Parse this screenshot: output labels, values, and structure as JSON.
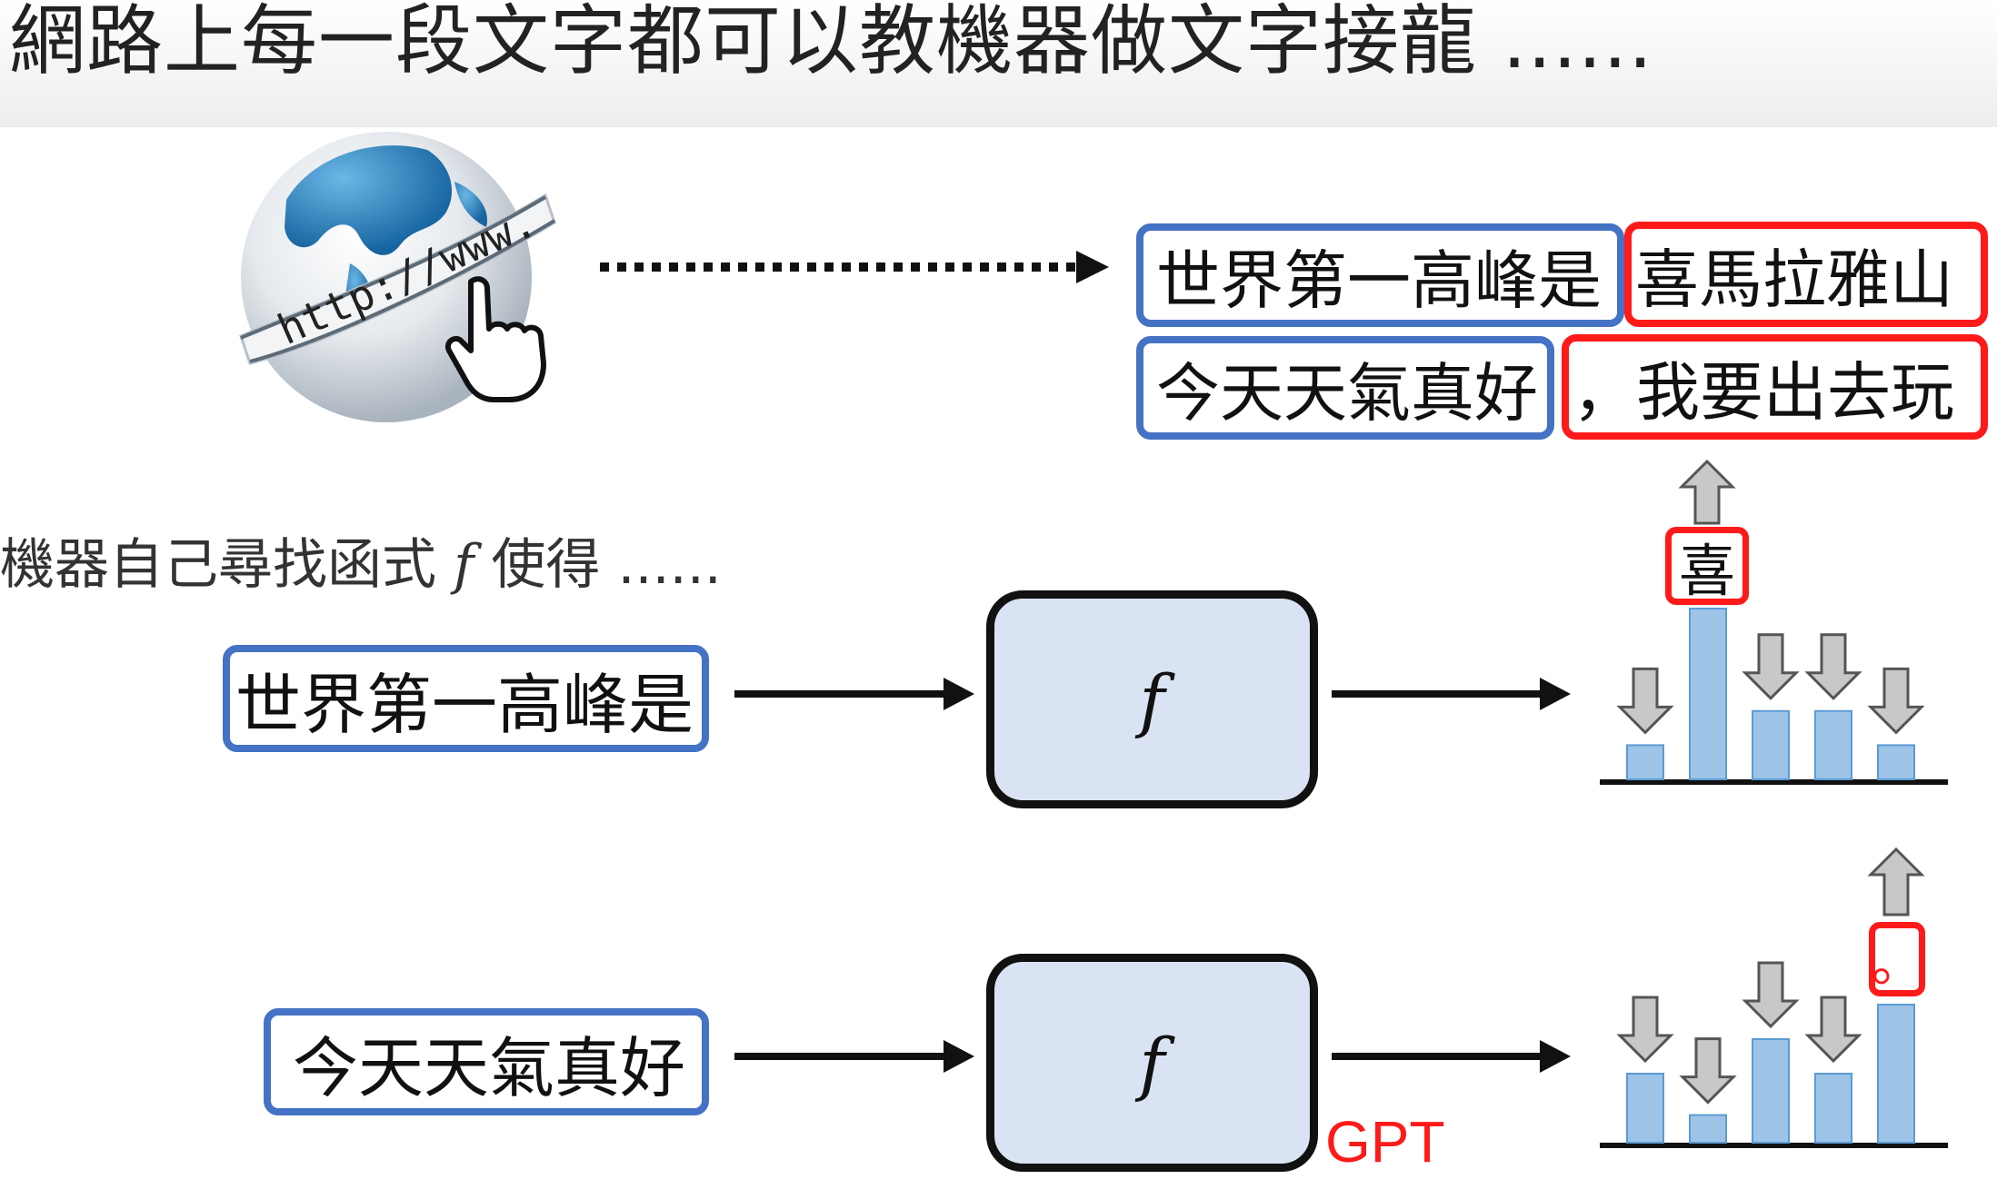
{
  "slide": {
    "title": "網路上每一段文字都可以教機器做文字接龍 ......",
    "subtitle_prefix": "機器自己尋找函式",
    "function_symbol": "f",
    "subtitle_suffix": "使得 ......",
    "watermark_text": "http://www."
  },
  "examples": [
    {
      "prefix": "世界第一高峰是",
      "continuation": "喜馬拉雅山"
    },
    {
      "prefix": "今天天氣真好",
      "continuation": "，我要出去玩"
    }
  ],
  "pipelines": [
    {
      "input": "世界第一高峰是",
      "function_label": "f",
      "selected_token": "喜",
      "bar_levels": [
        0.2,
        1.0,
        0.4,
        0.4,
        0.2
      ],
      "selected_index": 1
    },
    {
      "input": "今天天氣真好",
      "function_label": "f",
      "selected_token": "。",
      "bar_levels": [
        0.5,
        0.2,
        0.75,
        0.5,
        1.0
      ],
      "selected_index": 4,
      "model_name": "GPT"
    }
  ],
  "colors": {
    "blue_border": "#4472c4",
    "red_border": "#ff1a1a",
    "f_box_fill": "#dae3f3",
    "bar_fill": "#9dc3e6",
    "arrow_gray": "#c8c8c8"
  },
  "icons": [
    "globe-icon",
    "hand-cursor-icon",
    "arrow-up-icon",
    "arrow-down-icon"
  ]
}
